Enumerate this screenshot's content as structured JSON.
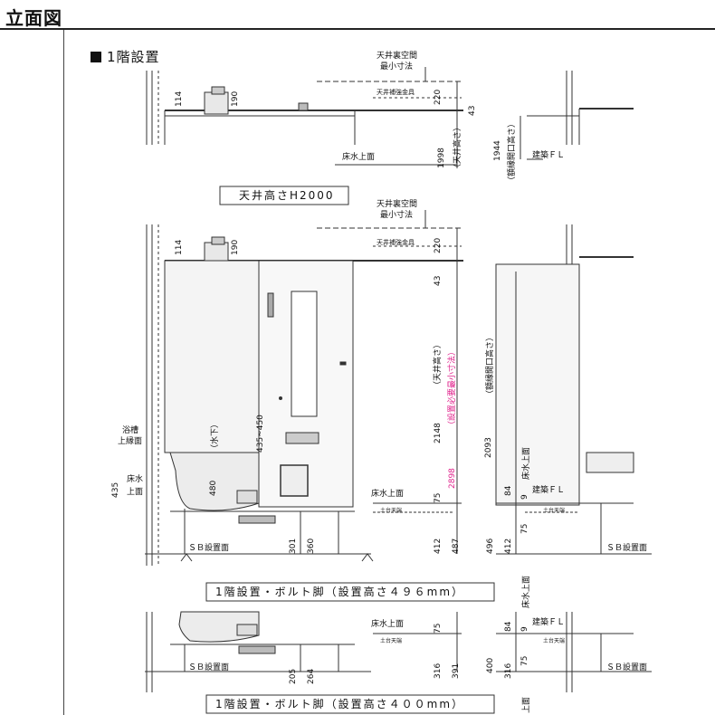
{
  "title": "立面図",
  "section": "1階設置",
  "captions": {
    "ceiling": "天井高さH2000",
    "bolt496": "1階設置・ボルト脚（設置高さ４９６mm）",
    "bolt400": "1階設置・ボルト脚（設置高さ４００mm）"
  },
  "labels": {
    "ura1": "天井裏空間",
    "ura2": "最小寸法",
    "hokyo": "天井補強金具",
    "tenjo_takasa": "（天井高さ）",
    "dai_up": "浴槽",
    "dai_up2": "上縁面",
    "mizu": "（水下）",
    "yuka1": "床水",
    "yuka2": "上面",
    "yukamizu": "床水上面",
    "kenchiku": "建築ＦＬ",
    "kaiko": "（額縁開口高さ）",
    "secchi": "（設置必要最小寸法）",
    "sb": "ＳＢ設置面",
    "daitenban": "土台天端"
  },
  "dims": {
    "d114": "114",
    "d190": "190",
    "d220": "220",
    "d43": "43",
    "d1998": "1998",
    "d1944": "1944",
    "d2148": "2148",
    "d2898": "2898",
    "d2093": "2093",
    "d435_450": "435~450",
    "d435": "435",
    "d480": "480",
    "d75": "75",
    "d412": "412",
    "d487": "487",
    "d301": "301",
    "d360": "360",
    "d84": "84",
    "d9": "9",
    "d496": "496",
    "d205": "205",
    "d264": "264",
    "d316": "316",
    "d391": "391",
    "d400": "400"
  },
  "colors": {
    "line": "#333333",
    "accent": "#e0228c",
    "panel": "#f3f3f3"
  }
}
